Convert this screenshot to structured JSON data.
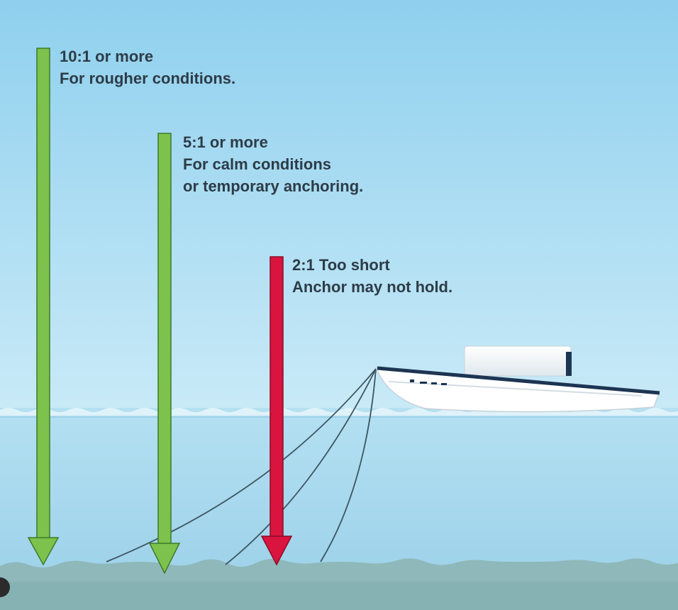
{
  "labels": {
    "ratio_10": {
      "line1": "10:1 or more",
      "line2": "For rougher conditions."
    },
    "ratio_5": {
      "line1": "5:1 or more",
      "line2": "For calm conditions",
      "line3": "or temporary anchoring."
    },
    "ratio_2": {
      "line1": "2:1 Too short",
      "line2": "Anchor may not hold."
    }
  },
  "colors": {
    "sky_top": "#8fd0ee",
    "sky_bottom": "#c9eaf7",
    "water": "#a6d8ee",
    "seabed": "#8fb8ba",
    "good_arrow": "#7cc24c",
    "bad_arrow": "#d8143f",
    "text": "#2d3c47",
    "boat_hull": "#ffffff",
    "boat_stripe": "#1d3553"
  }
}
